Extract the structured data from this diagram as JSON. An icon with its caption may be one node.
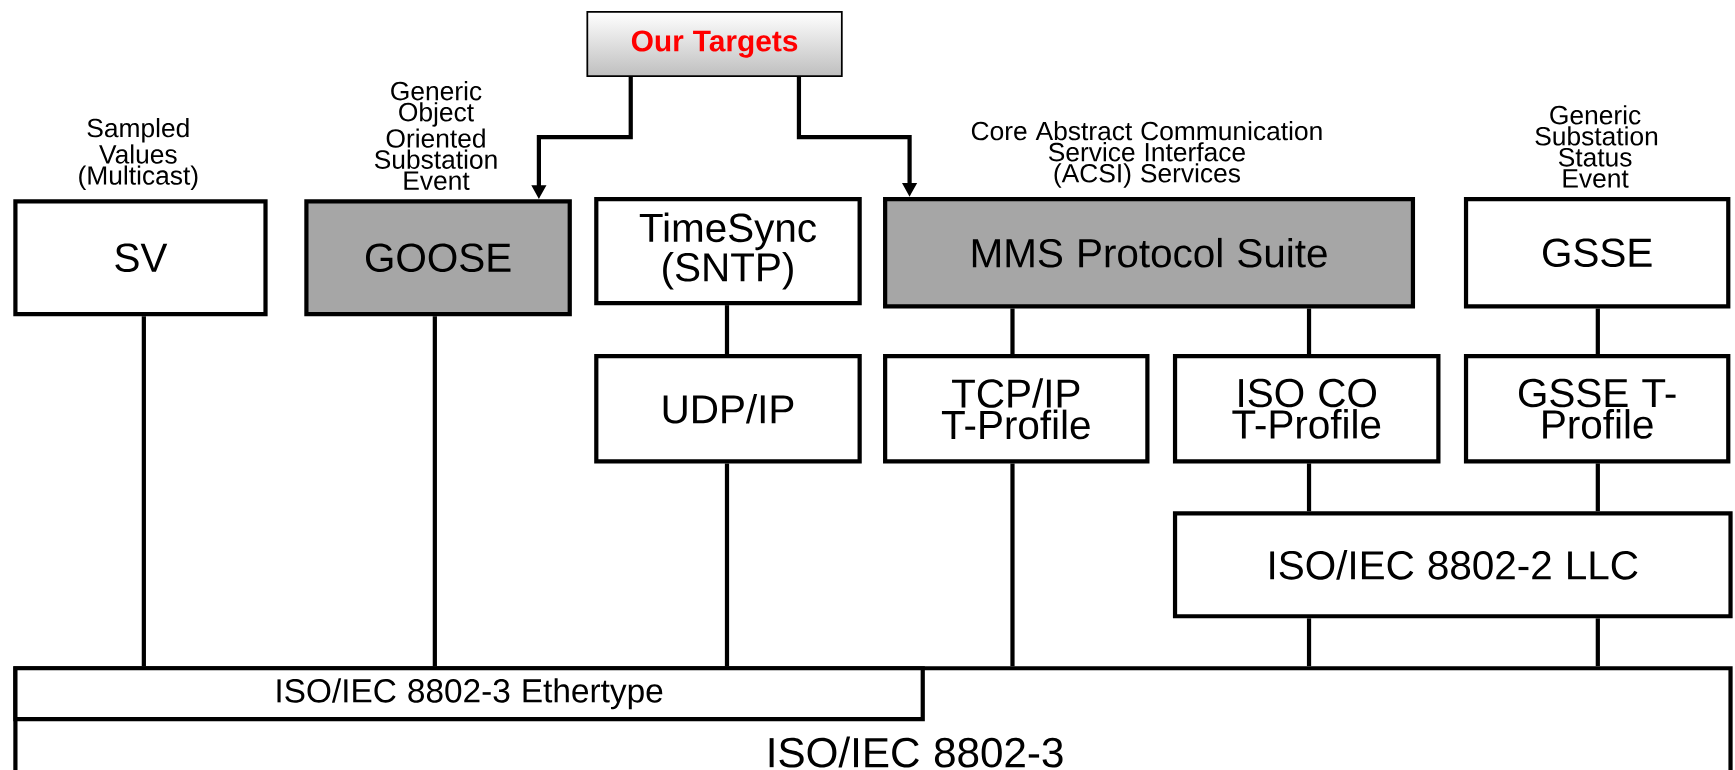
{
  "diagram": {
    "nodes": [
      {
        "text": [
          "Our Targets"
        ]
      },
      {
        "text": [
          "SV"
        ],
        "beside": [
          "Sampled Values (Multicast)"
        ]
      },
      {
        "text": [
          "GOOSE"
        ],
        "beside": [
          "Generic Object Oriented Substation Event"
        ]
      },
      {
        "text": [
          "TimeSync (SNTP)"
        ]
      },
      {
        "text": [
          "MMS Protocol Suite"
        ],
        "beside": [
          "Core Abstract Communication Service Interface (ACSI) Services"
        ]
      },
      {
        "text": [
          "GSSE"
        ],
        "beside": [
          "Generic Substation Status Event"
        ]
      },
      {
        "text": [
          "UDP/IP"
        ]
      },
      {
        "text": [
          "TCP/IP T-Profile"
        ]
      },
      {
        "text": [
          "ISO CO T-Profile"
        ]
      },
      {
        "text": [
          "GSSE T-Profile"
        ]
      },
      {
        "text": [
          "ISO/IEC 8802-2 LLC"
        ]
      },
      {
        "text": [
          "ISO/IEC 8802-3"
        ]
      },
      {
        "text": [
          "ISO/IEC 8802-3 Ethertype"
        ],
        "in": 11
      }
    ],
    "edges": [
      {
        "from": 0,
        "to": 2,
        "arrow": "to"
      },
      {
        "from": 0,
        "to": 4,
        "arrow": "to"
      },
      {
        "from": 1,
        "to": 12,
        "arrow": "none"
      },
      {
        "from": 2,
        "to": 12,
        "arrow": "none"
      },
      {
        "from": 3,
        "to": 6,
        "arrow": "none"
      },
      {
        "from": 6,
        "to": 12,
        "arrow": "none"
      },
      {
        "from": 4,
        "to": 7,
        "arrow": "none"
      },
      {
        "from": 4,
        "to": 8,
        "arrow": "none"
      },
      {
        "from": 5,
        "to": 9,
        "arrow": "none"
      },
      {
        "from": 7,
        "to": 11,
        "arrow": "none"
      },
      {
        "from": 8,
        "to": 10,
        "arrow": "none"
      },
      {
        "from": 9,
        "to": 10,
        "arrow": "none"
      },
      {
        "from": 10,
        "to": 11,
        "arrow": "none"
      },
      {
        "from": 10,
        "to": 11,
        "arrow": "none"
      }
    ]
  }
}
